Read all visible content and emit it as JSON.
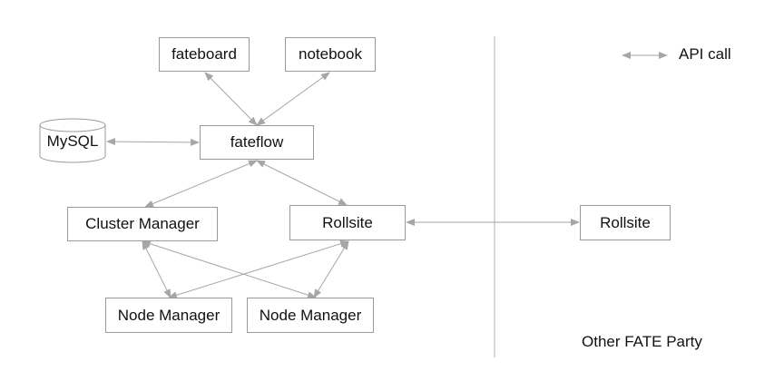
{
  "nodes": {
    "fateboard": "fateboard",
    "notebook": "notebook",
    "mysql": "MySQL",
    "fateflow": "fateflow",
    "cluster_manager": "Cluster Manager",
    "rollsite_local": "Rollsite",
    "node_manager_1": "Node Manager",
    "node_manager_2": "Node Manager",
    "rollsite_remote": "Rollsite"
  },
  "legend": {
    "label": "API call"
  },
  "other_party_label": "Other FATE Party",
  "colors": {
    "box_border": "#9a9a9a",
    "arrow": "#a6a6a6",
    "divider": "#b0b0b0",
    "text": "#111111"
  },
  "edges": [
    {
      "from": "fateboard",
      "to": "fateflow",
      "type": "bidirectional"
    },
    {
      "from": "notebook",
      "to": "fateflow",
      "type": "bidirectional"
    },
    {
      "from": "mysql",
      "to": "fateflow",
      "type": "bidirectional"
    },
    {
      "from": "fateflow",
      "to": "cluster_manager",
      "type": "bidirectional"
    },
    {
      "from": "fateflow",
      "to": "rollsite_local",
      "type": "bidirectional"
    },
    {
      "from": "cluster_manager",
      "to": "node_manager_1",
      "type": "bidirectional"
    },
    {
      "from": "cluster_manager",
      "to": "node_manager_2",
      "type": "bidirectional"
    },
    {
      "from": "rollsite_local",
      "to": "node_manager_1",
      "type": "bidirectional"
    },
    {
      "from": "rollsite_local",
      "to": "node_manager_2",
      "type": "bidirectional"
    },
    {
      "from": "rollsite_local",
      "to": "rollsite_remote",
      "type": "bidirectional"
    }
  ]
}
